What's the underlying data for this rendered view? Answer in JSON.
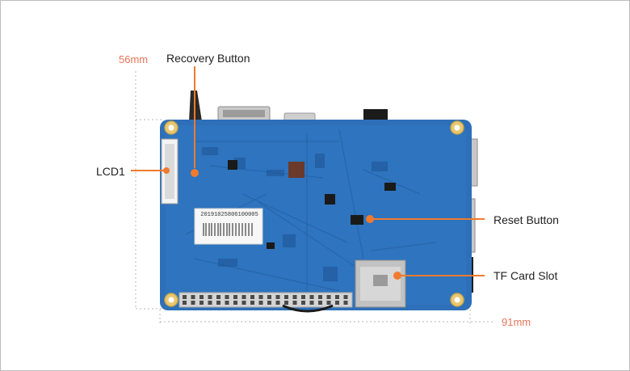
{
  "dimensions": {
    "height": "56mm",
    "width": "91mm"
  },
  "callouts": {
    "recovery_button": "Recovery Button",
    "lcd1": "LCD1",
    "reset_button": "Reset Button",
    "tf_card_slot": "TF Card Slot"
  },
  "board": {
    "sticker_text": "20191025806100005"
  },
  "colors": {
    "pcb": "#2d6fb8",
    "pcb_dark": "#1f5597",
    "leader": "#f07a2e",
    "dimension": "#e8735a",
    "mounting_hole": "#e9c873"
  }
}
